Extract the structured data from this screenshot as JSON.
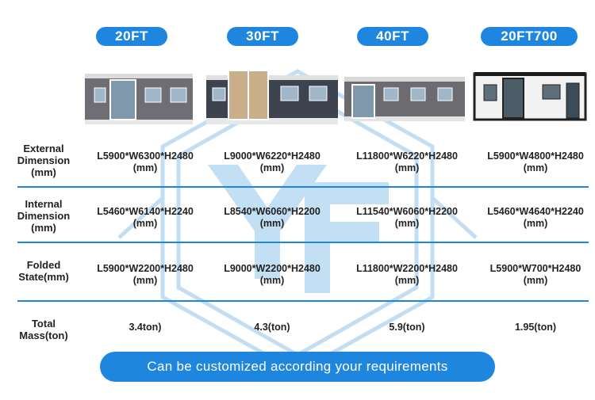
{
  "headers": [
    "20FT",
    "30FT",
    "40FT",
    "20FT700"
  ],
  "rows": [
    {
      "label": [
        "External",
        "Dimension",
        "(mm)"
      ],
      "cells": [
        [
          "L5900*W6300*H2480",
          "(mm)"
        ],
        [
          "L9000*W6220*H2480",
          "(mm)"
        ],
        [
          "L11800*W6220*H2480",
          "(mm)"
        ],
        [
          "L5900*W4800*H2480",
          "(mm)"
        ]
      ]
    },
    {
      "label": [
        "Internal",
        "Dimension",
        "(mm)"
      ],
      "cells": [
        [
          "L5460*W6140*H2240",
          "(mm)"
        ],
        [
          "L8540*W6060*H2200",
          "(mm)"
        ],
        [
          "L11540*W6060*H2200",
          "(mm)"
        ],
        [
          "L5460*W4640*H2240",
          "(mm)"
        ]
      ]
    },
    {
      "label": [
        "Folded",
        "State(mm)"
      ],
      "cells": [
        [
          "L5900*W2200*H2480",
          "(mm)"
        ],
        [
          "L9000*W2200*H2480",
          "(mm)"
        ],
        [
          "L11800*W2200*H2480",
          "(mm)"
        ],
        [
          "L5900*W700*H2480",
          "(mm)"
        ]
      ]
    },
    {
      "label": [
        "Total",
        "Mass(ton)"
      ],
      "cells": [
        [
          "3.4ton)"
        ],
        [
          "4.3(ton)"
        ],
        [
          "5.9(ton)"
        ],
        [
          "1.95(ton)"
        ]
      ]
    }
  ],
  "banner": "Can be customized according your requirements",
  "watermark_text": "YF",
  "colors": {
    "accent": "#1f86e0",
    "watermark": "#b9d9f2"
  },
  "photos": [
    "expandable-house-20ft-grey",
    "expandable-house-30ft-dark",
    "expandable-house-40ft-grey",
    "expandable-house-20ft700-white"
  ]
}
